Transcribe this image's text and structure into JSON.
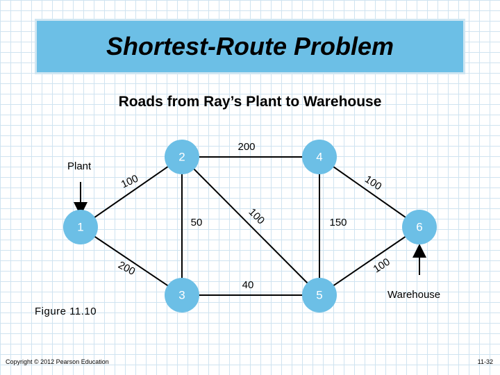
{
  "title": "Shortest-Route Problem",
  "subtitle": "Roads from Ray’s Plant to Warehouse",
  "labels": {
    "plant": "Plant",
    "warehouse": "Warehouse"
  },
  "figure_label": "Figure 11.10",
  "footer": {
    "copyright": "Copyright © 2012 Pearson Education",
    "page": "11-32"
  },
  "colors": {
    "title_bg": "#6cbfe6",
    "node_fill": "#6cbfe6",
    "node_text": "#ffffff",
    "grid": "#cfe3f0"
  },
  "nodes": [
    {
      "id": "1"
    },
    {
      "id": "2"
    },
    {
      "id": "3"
    },
    {
      "id": "4"
    },
    {
      "id": "5"
    },
    {
      "id": "6"
    }
  ],
  "edges": [
    {
      "from": "1",
      "to": "2",
      "distance": "100"
    },
    {
      "from": "1",
      "to": "3",
      "distance": "200"
    },
    {
      "from": "2",
      "to": "3",
      "distance": "50"
    },
    {
      "from": "2",
      "to": "4",
      "distance": "200"
    },
    {
      "from": "2",
      "to": "5",
      "distance": "100"
    },
    {
      "from": "3",
      "to": "5",
      "distance": "40"
    },
    {
      "from": "4",
      "to": "5",
      "distance": "150"
    },
    {
      "from": "4",
      "to": "6",
      "distance": "100"
    },
    {
      "from": "5",
      "to": "6",
      "distance": "100"
    }
  ]
}
